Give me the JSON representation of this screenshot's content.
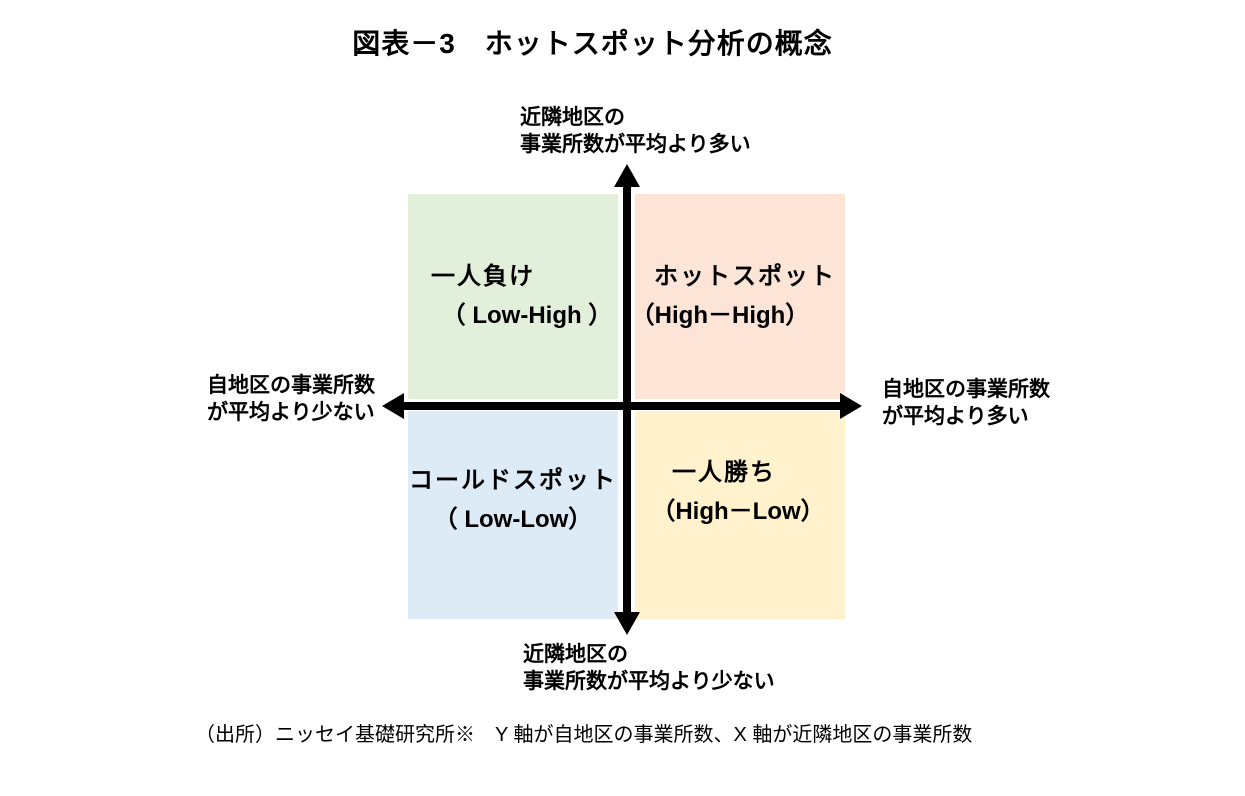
{
  "page": {
    "background": "#ffffff"
  },
  "title": "図表－3　ホットスポット分析の概念",
  "colors": {
    "axis": "#000000",
    "text": "#000000"
  },
  "axis_labels": {
    "top": {
      "line1": "近隣地区の",
      "line2": "事業所数が平均より多い"
    },
    "bottom": {
      "line1": "近隣地区の",
      "line2": "事業所数が平均より少ない"
    },
    "left": {
      "line1": "自地区の事業所数",
      "line2": "が平均より少ない"
    },
    "right": {
      "line1": "自地区の事業所数",
      "line2": "が平均より多い"
    }
  },
  "quadrants": {
    "top_left": {
      "name": "一人負け",
      "code": "（ Low-High ）",
      "fill": "#E2EFDA"
    },
    "top_right": {
      "name": "ホットスポット",
      "code": "（High－High）",
      "fill": "#FCE4D6"
    },
    "bottom_left": {
      "name": "コールドスポット",
      "code": "（ Low-Low）",
      "fill": "#DDEBF7"
    },
    "bottom_right": {
      "name": "一人勝ち",
      "code": "（High－Low）",
      "fill": "#FFF2CC"
    }
  },
  "source_note": "（出所）ニッセイ基礎研究所※　Y 軸が自地区の事業所数、X 軸が近隣地区の事業所数"
}
